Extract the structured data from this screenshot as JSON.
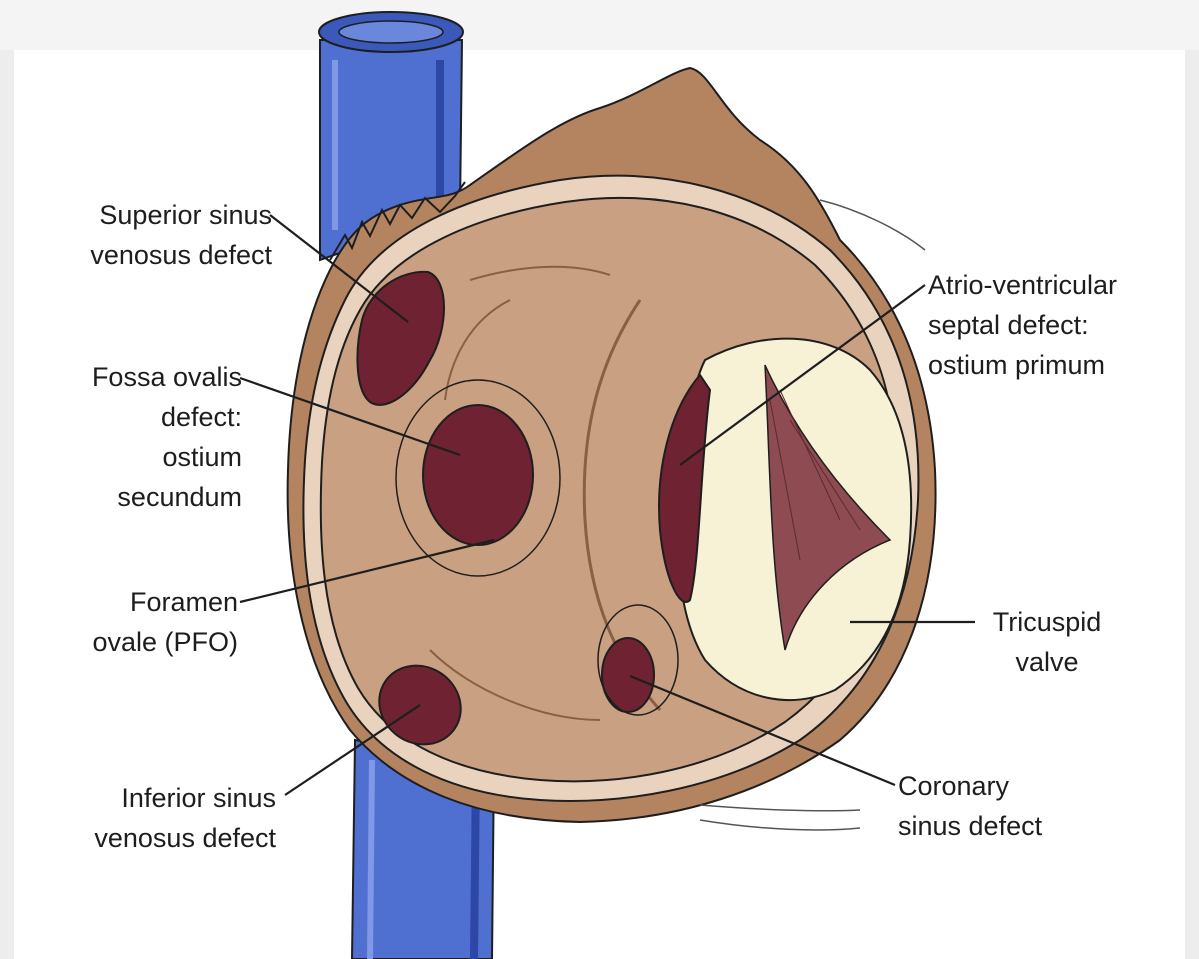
{
  "labels": {
    "superior_sinus": [
      "Superior sinus",
      "venosus defect"
    ],
    "fossa_ovalis": [
      "Fossa ovalis",
      "defect:",
      "ostium",
      "secundum"
    ],
    "foramen_ovale": [
      "Foramen",
      "ovale (PFO)"
    ],
    "inferior_sinus": [
      "Inferior sinus",
      "venosus defect"
    ],
    "atrioventricular": [
      "Atrio-ventricular",
      "septal defect:",
      "ostium primum"
    ],
    "tricuspid": [
      "Tricuspid",
      "valve"
    ],
    "coronary_sinus": [
      "Coronary",
      "sinus defect"
    ]
  },
  "colors": {
    "vena_cava": "#4f6fd1",
    "vena_cava_dark": "#2c47a6",
    "atrium_wall": "#c9a081",
    "atrium_rim": "#e9d3bf",
    "atrium_outer": "#b48460",
    "defect": "#6e2232",
    "valve": "#f7f1d6",
    "valve_cusp": "#8e4b52",
    "line": "#1e1e1e"
  }
}
